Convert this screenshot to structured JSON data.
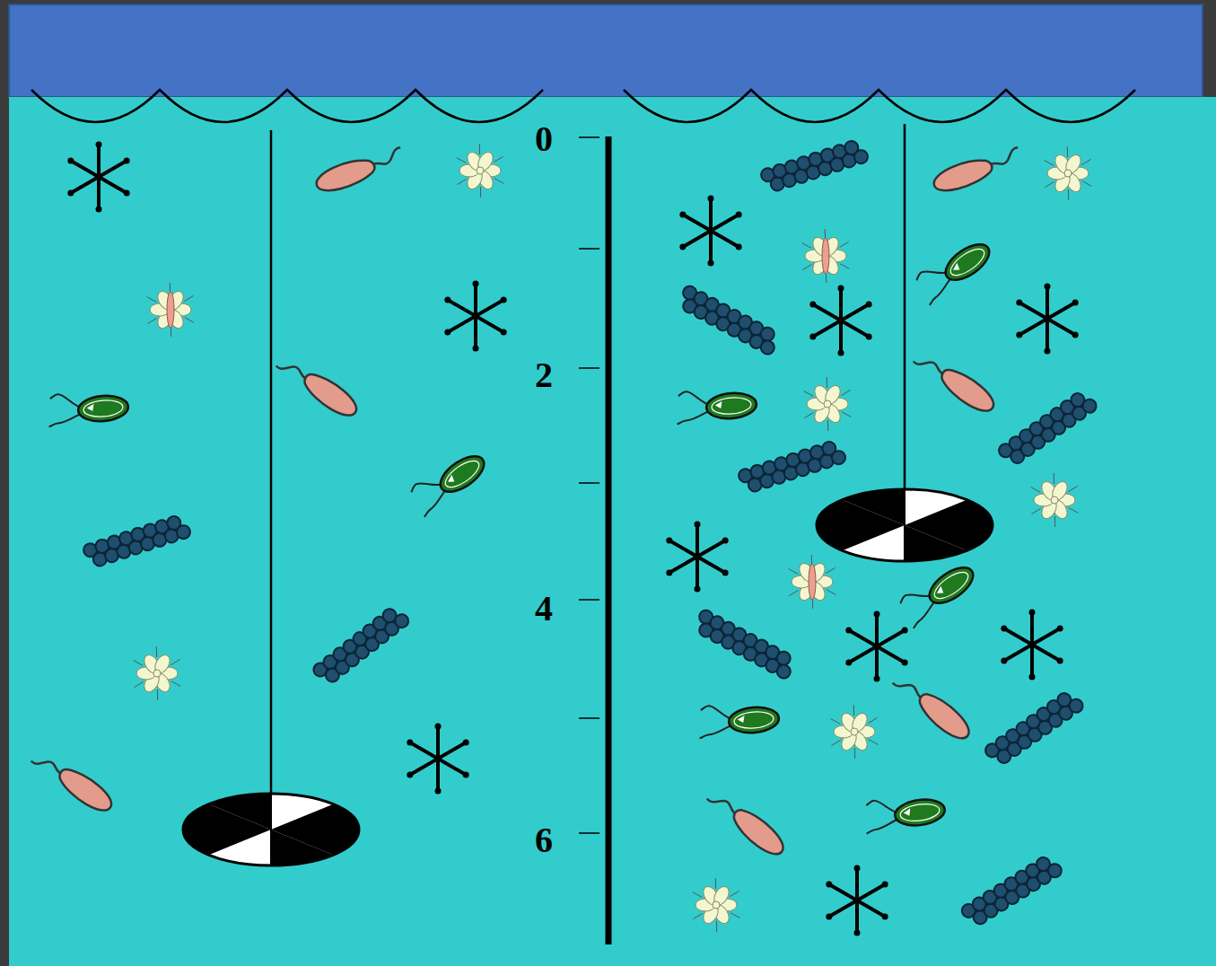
{
  "diagram": {
    "labels": [
      "0",
      "2",
      "4",
      "6"
    ]
  }
}
